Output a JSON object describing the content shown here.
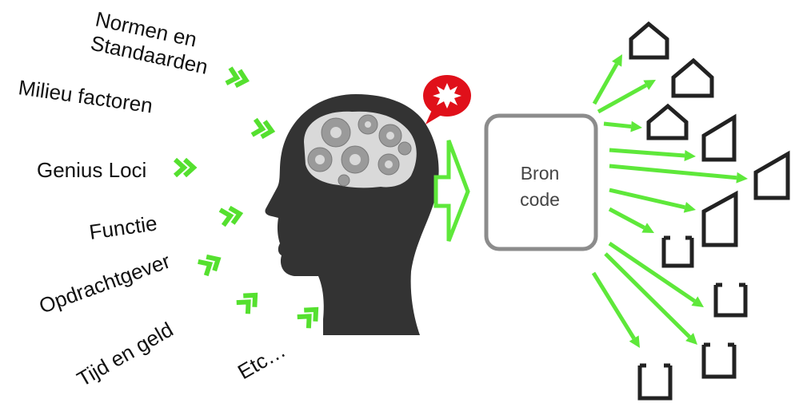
{
  "influences": [
    "Normen en",
    "Standaarden",
    "Milieu factoren",
    "Genius Loci",
    "Functie",
    "Opdrachtgever",
    "Tijd en geld",
    "Etc…"
  ],
  "source_box": {
    "line1": "Bron",
    "line2": "code"
  },
  "colors": {
    "arrow_green": "#5ee83a",
    "chevron_green": "#55e02f",
    "head": "#333333",
    "box_border": "#8c8c8c",
    "burst_red": "#e0101a"
  },
  "icons": [
    "head-with-gears-icon",
    "idea-burst-speech-bubble-icon",
    "house-outline-icon",
    "tilted-frame-icon",
    "bucket-outline-icon"
  ]
}
